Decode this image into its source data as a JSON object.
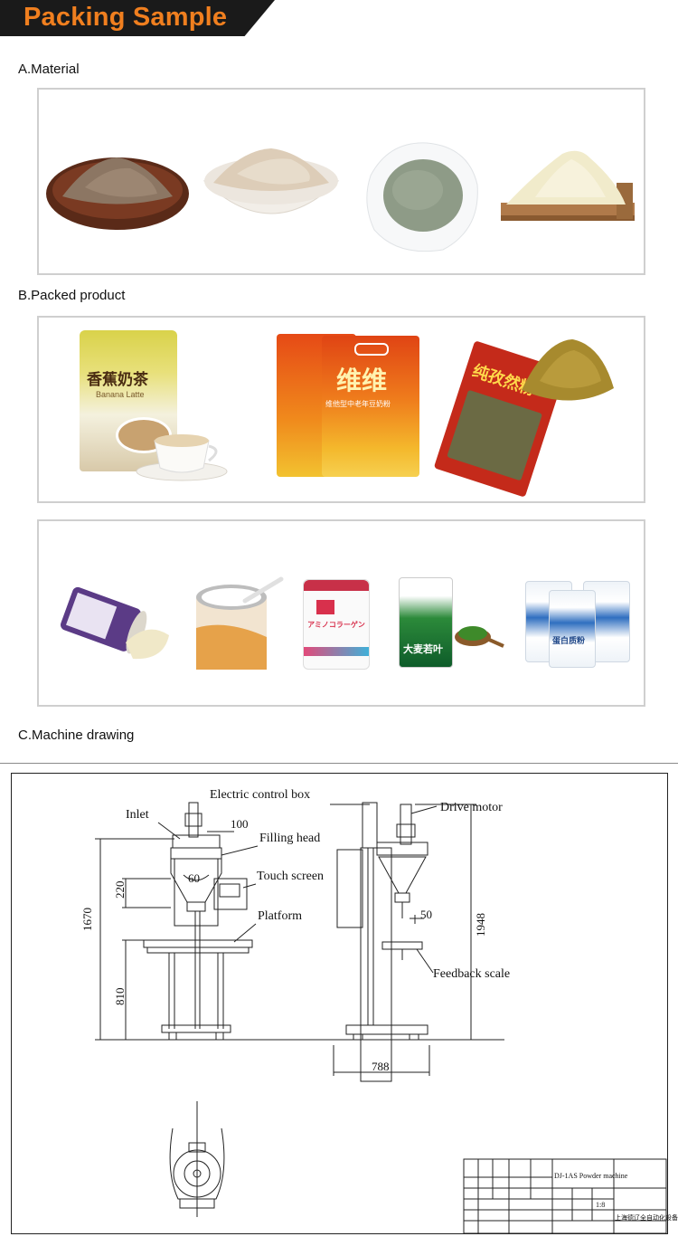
{
  "header": {
    "title": "Packing Sample"
  },
  "sections": {
    "material": "A.Material",
    "packed": "B.Packed product",
    "machine": "C.Machine drawing"
  },
  "product_text": {
    "banana_cn": "香蕉奶茶",
    "banana_en": "Banana Latte",
    "weiwei": "维维",
    "weiwei_sub": "维他型中老年豆奶粉",
    "cumin": "纯孜然粉",
    "collagen": "アミノコラーゲン",
    "barley": "大麦若叶",
    "protein": "蛋白质粉"
  },
  "drawing": {
    "labels": {
      "electric_control_box": "Electric control box",
      "inlet": "Inlet",
      "filling_head": "Filling head",
      "touch_screen": "Touch screen",
      "platform": "Platform",
      "drive_motor": "Drive motor",
      "feedback_scale": "Feedback scale"
    },
    "dims": {
      "d100": "100",
      "d60": "60",
      "d220": "220",
      "d1670": "1670",
      "d810": "810",
      "d50": "50",
      "d1948": "1948",
      "d788": "788"
    },
    "title_block": {
      "name": "DJ-1AS Powder machine",
      "scale": "1:8",
      "company": "上海德辽全自动化设备有限公司"
    }
  },
  "colors": {
    "accent": "#f07f1f",
    "banner_bg": "#1a1a1a",
    "frame": "#cfcfcf"
  }
}
